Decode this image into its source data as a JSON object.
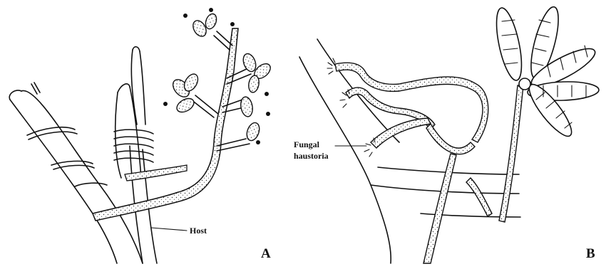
{
  "figure": {
    "panel_a": {
      "letter": "A",
      "host_label": "Host"
    },
    "panel_b": {
      "letter": "B",
      "haustoria_label_line1": "Fungal",
      "haustoria_label_line2": "haustoria"
    }
  }
}
